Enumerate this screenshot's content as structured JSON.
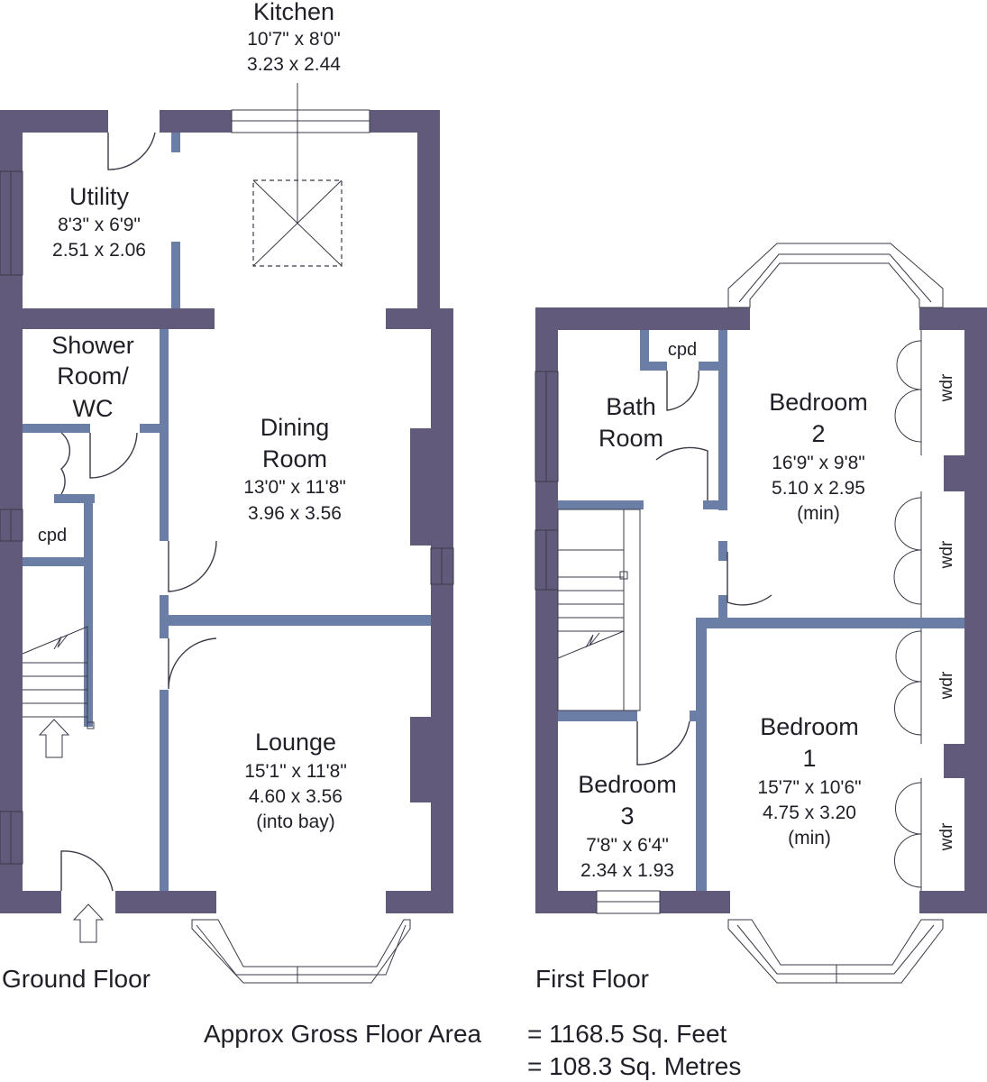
{
  "ground_floor": {
    "title": "Ground Floor",
    "rooms": {
      "kitchen": {
        "name": "Kitchen",
        "imperial": "10'7\" x 8'0\"",
        "metric": "3.23 x 2.44"
      },
      "utility": {
        "name": "Utility",
        "imperial": "8'3\" x 6'9\"",
        "metric": "2.51 x 2.06"
      },
      "shower": {
        "line1": "Shower",
        "line2": "Room/",
        "line3": "WC"
      },
      "cpd": {
        "name": "cpd"
      },
      "dining": {
        "line1": "Dining",
        "line2": "Room",
        "imperial": "13'0\" x 11'8\"",
        "metric": "3.96 x 3.56"
      },
      "lounge": {
        "name": "Lounge",
        "imperial": "15'1\" x 11'8\"",
        "metric": "4.60 x 3.56",
        "note": "(into bay)"
      }
    }
  },
  "first_floor": {
    "title": "First Floor",
    "rooms": {
      "bath": {
        "line1": "Bath",
        "line2": "Room"
      },
      "cpd": {
        "name": "cpd"
      },
      "bedroom2": {
        "line1": "Bedroom",
        "line2": "2",
        "imperial": "16'9\" x 9'8\"",
        "metric": "5.10 x 2.95",
        "note": "(min)"
      },
      "bedroom1": {
        "line1": "Bedroom",
        "line2": "1",
        "imperial": "15'7\" x 10'6\"",
        "metric": "4.75 x 3.20",
        "note": "(min)"
      },
      "bedroom3": {
        "line1": "Bedroom",
        "line2": "3",
        "imperial": "7'8\" x 6'4\"",
        "metric": "2.34 x 1.93"
      },
      "wardrobe_label": "wdr"
    }
  },
  "area": {
    "label": "Approx Gross Floor Area",
    "sq_feet": "= 1168.5 Sq. Feet",
    "sq_metres": "= 108.3 Sq. Metres"
  },
  "colors": {
    "external_wall": "#625a7a",
    "internal_wall": "#6a7ea6"
  }
}
